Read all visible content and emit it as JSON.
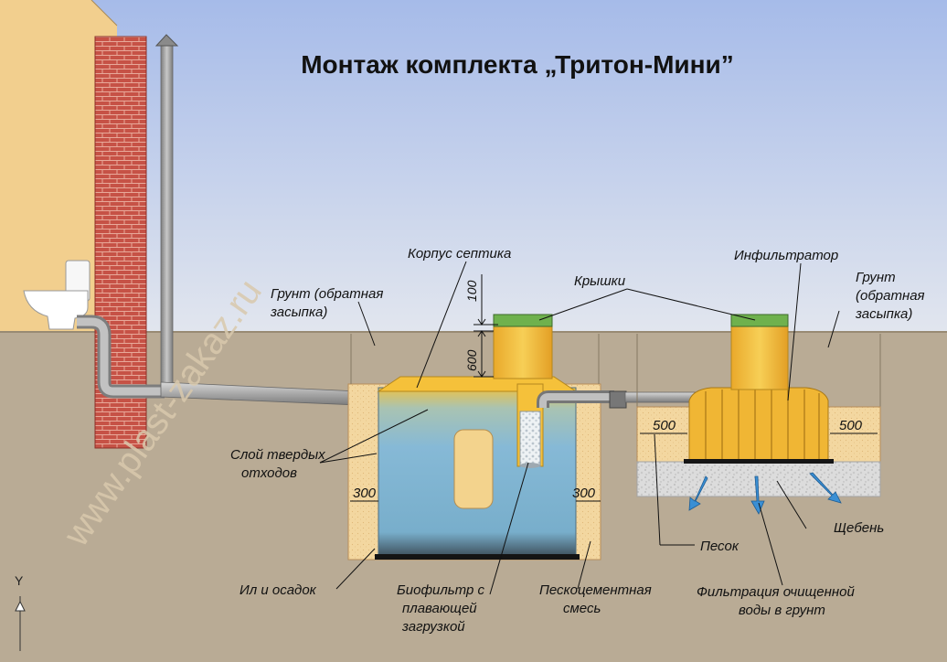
{
  "title": "Монтаж комплекта „Тритон-Мини”",
  "watermark": "www.plast-zakaz.ru",
  "axis_label": "Y",
  "labels": {
    "soil_left": [
      "Грунт (обратная",
      "засыпка)"
    ],
    "soil_right": [
      "Грунт",
      "(обратная",
      "засыпка)"
    ],
    "septic_body": "Корпус септика",
    "lids": "Крышки",
    "infiltrator": "Инфильтратор",
    "solid_layer": [
      "Слой твердых",
      "отходов"
    ],
    "silt": "Ил и осадок",
    "biofilter": [
      "Биофильтр с",
      "плавающей",
      "загрузкой"
    ],
    "sand_cement": [
      "Пескоцементная",
      "смесь"
    ],
    "sand": "Песок",
    "gravel": "Щебень",
    "filtration": [
      "Фильтрация очищенной",
      "воды в грунт"
    ]
  },
  "dimensions": {
    "lid_height": "100",
    "depth": "600",
    "side_left": "300",
    "side_right": "300",
    "infil_left": "500",
    "infil_right": "500"
  },
  "colors": {
    "sky_top": "#a9bde8",
    "sky_bottom": "#dde3ee",
    "ground": "#b8aa94",
    "wall": "#f2cf8c",
    "brick": "#c8534a",
    "tank_yellow": "#f5c13a",
    "water": "#7fb4d2",
    "lid_green": "#6fb14d",
    "sand": "#f3d9a5",
    "gravel": "#d8d8d8",
    "pipe": "#a8a8a8"
  }
}
